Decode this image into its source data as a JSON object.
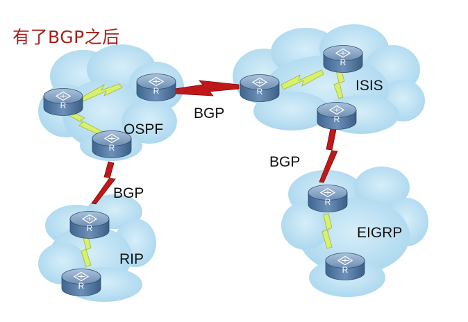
{
  "title": "有了BGP之后",
  "router_glyph": "R",
  "clouds": [
    {
      "id": "ospf",
      "label": "OSPF"
    },
    {
      "id": "isis",
      "label": "ISIS"
    },
    {
      "id": "rip",
      "label": "RIP"
    },
    {
      "id": "eigrp",
      "label": "EIGRP"
    }
  ],
  "links": {
    "bgp_center": "BGP",
    "bgp_left": "BGP",
    "bgp_right": "BGP"
  },
  "colors": {
    "title": "#a8201a",
    "cloud": "#bfe3f5",
    "router": "#5b7fa8",
    "bgp_bolt": "#c0181a",
    "igp_bolt": "#d8f06a"
  }
}
